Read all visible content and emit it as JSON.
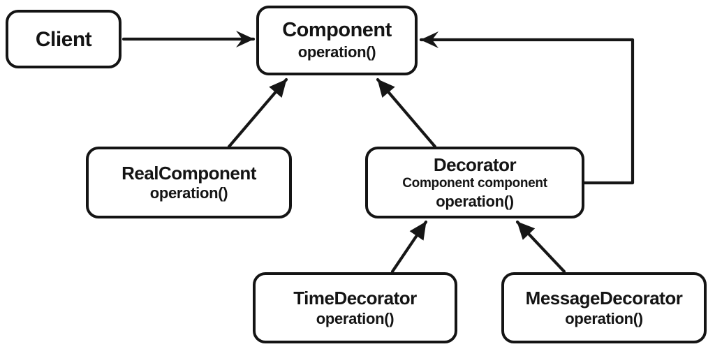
{
  "diagram": {
    "colors": {
      "background": "#ffffff",
      "stroke": "#161616",
      "text": "#141414"
    },
    "nodes": {
      "client": {
        "title": "Client"
      },
      "component": {
        "title": "Component",
        "members": [
          "operation()"
        ]
      },
      "real_component": {
        "title": "RealComponent",
        "members": [
          "operation()"
        ]
      },
      "decorator": {
        "title": "Decorator",
        "field": "Component component",
        "members": [
          "operation()"
        ]
      },
      "time_decorator": {
        "title": "TimeDecorator",
        "members": [
          "operation()"
        ]
      },
      "message_decorator": {
        "title": "MessageDecorator",
        "members": [
          "operation()"
        ]
      }
    },
    "edges": [
      {
        "from": "Client",
        "to": "Component",
        "arrowhead": "open-chevron",
        "route": "straight-horizontal"
      },
      {
        "from": "RealComponent",
        "to": "Component",
        "arrowhead": "filled-triangle",
        "route": "diagonal"
      },
      {
        "from": "Decorator",
        "to": "Component",
        "arrowhead": "filled-triangle",
        "route": "diagonal"
      },
      {
        "from": "Decorator",
        "to": "Component",
        "arrowhead": "open-chevron",
        "route": "orthogonal-right-loop"
      },
      {
        "from": "TimeDecorator",
        "to": "Decorator",
        "arrowhead": "filled-triangle",
        "route": "diagonal"
      },
      {
        "from": "MessageDecorator",
        "to": "Decorator",
        "arrowhead": "filled-triangle",
        "route": "diagonal"
      }
    ]
  }
}
